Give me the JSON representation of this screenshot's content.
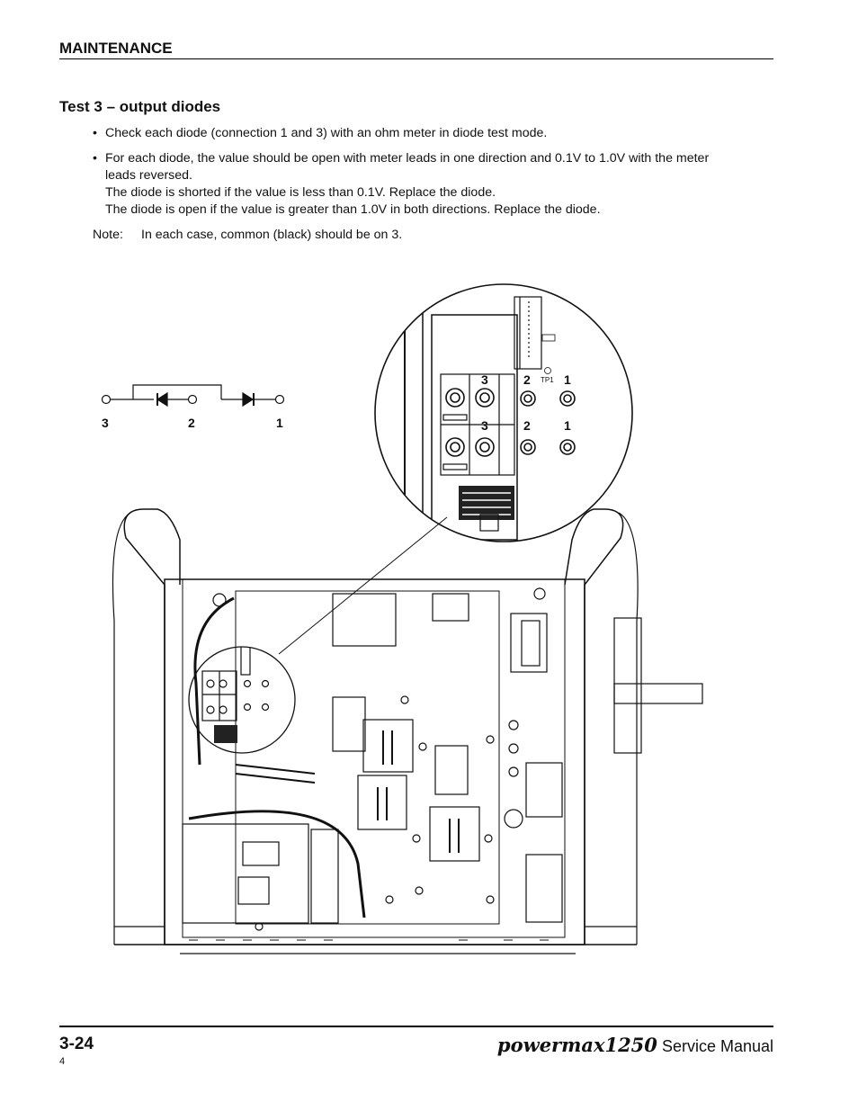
{
  "header": {
    "section": "MAINTENANCE"
  },
  "test": {
    "title": "Test 3 – output diodes",
    "bullets": [
      {
        "lines": [
          "Check each diode (connection 1 and 3) with an ohm meter in diode test mode."
        ]
      },
      {
        "lines": [
          "For each diode, the value should be open with meter leads in one direction and 0.1V to 1.0V with the meter",
          "leads reversed.",
          "The diode is shorted if the value is less than 0.1V. Replace the diode.",
          "The diode is open if the value is greater than 1.0V in both directions. Replace the diode."
        ]
      }
    ],
    "note_label": "Note:",
    "note_text": "In each case, common (black) should be on 3."
  },
  "schematic": {
    "labels": [
      "3",
      "2",
      "1"
    ]
  },
  "detail": {
    "top_row_labels": [
      "3",
      "2",
      "1"
    ],
    "bottom_row_labels": [
      "3",
      "2",
      "1"
    ],
    "tp_label": "TP1"
  },
  "footer": {
    "page_number": "3-24",
    "brand": "powermax1250",
    "manual": "Service Manual",
    "revision": "4"
  }
}
